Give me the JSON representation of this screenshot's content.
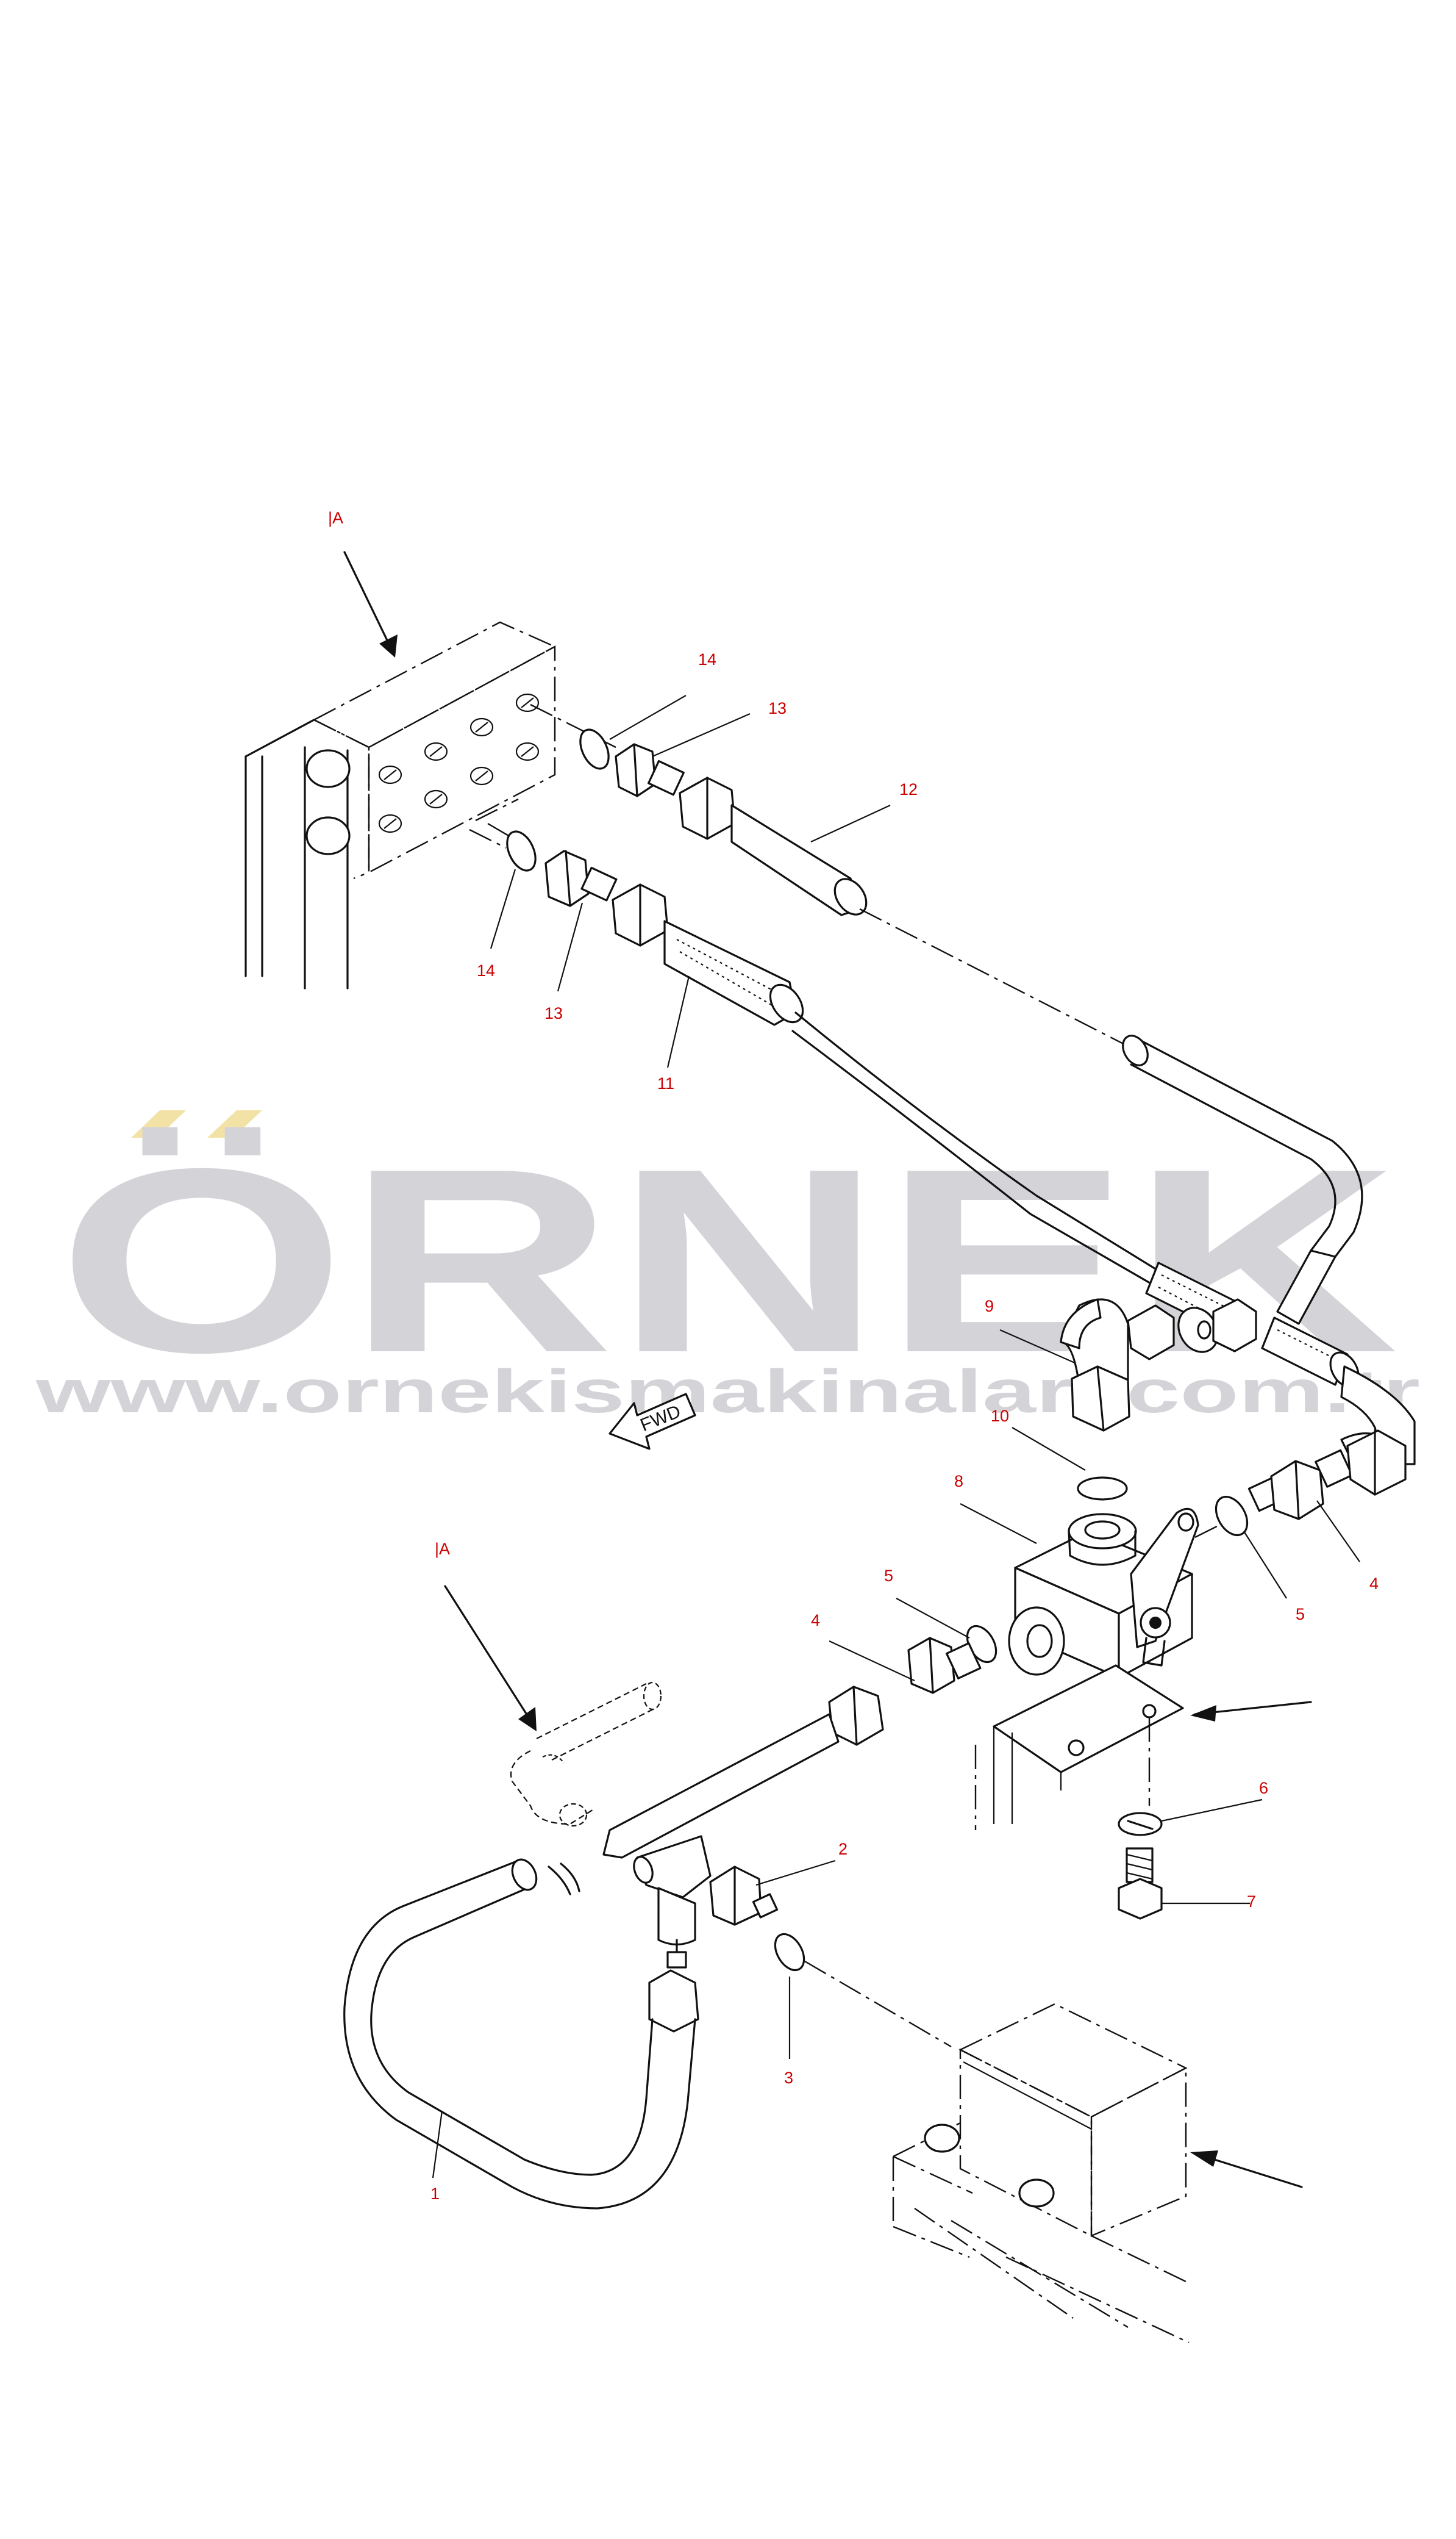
{
  "callouts": {
    "view_a_top": "|A",
    "view_a_bottom": "|A",
    "p1": "1",
    "p2": "2",
    "p3": "3",
    "p4a": "4",
    "p4b": "4",
    "p5a": "5",
    "p5b": "5",
    "p6": "6",
    "p7": "7",
    "p8": "8",
    "p9": "9",
    "p10": "10",
    "p11": "11",
    "p12": "12",
    "p13a": "13",
    "p13b": "13",
    "p14a": "14",
    "p14b": "14"
  },
  "direction_marker": "FWD",
  "watermark": {
    "brand": "ÖRNEK",
    "url": "www.ornekismakinalari.com.tr"
  },
  "colors": {
    "callout_text": "#cc0000",
    "line_art": "#111111",
    "watermark_gray": "#d4d4d8",
    "watermark_accent": "#f3e2a6"
  }
}
